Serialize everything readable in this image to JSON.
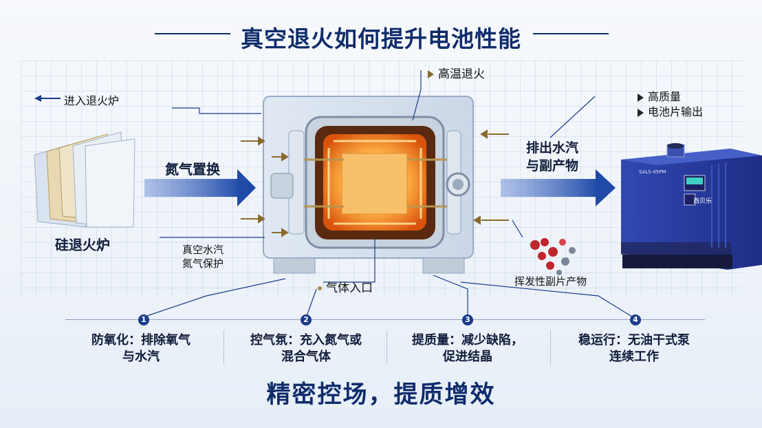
{
  "title": "真空退火如何提升电池性能",
  "labels": {
    "enter_furnace": "进入退火炉",
    "high_temp": "高温退火",
    "nitrogen_replace": "氮气置换",
    "silicon_furnace": "硅退火炉",
    "vacuum_line1": "真空水汽",
    "vacuum_line2": "氮气保护",
    "gas_inlet": "气体入口",
    "exhaust_line1": "排出水汽",
    "exhaust_line2": "与副产物",
    "high_quality": "高质量",
    "wafer_output": "电池片输出",
    "volatile": "挥发性副片产物",
    "compressor_brand": "西贝乐",
    "compressor_model": "SALS-45PM"
  },
  "steps": [
    {
      "number": "1",
      "line1": "防氧化：排除氧气",
      "line2": "与水汽"
    },
    {
      "number": "2",
      "line1": "控气氛：充入氮气或",
      "line2": "混合气体"
    },
    {
      "number": "3",
      "line1": "提质量：减少缺陷，",
      "line2": "促进结晶"
    },
    {
      "number": "4",
      "line1": "稳运行：无油干式泵",
      "line2": "连续工作"
    }
  ],
  "slogan": "精密控场，提质增效",
  "colors": {
    "navy": "#0f2c6b",
    "arrow_blue": "#1f4aa8",
    "gold": "#8a6a2b",
    "glow": "#ff8a1e",
    "pump_blue": "#2a3c9c"
  }
}
